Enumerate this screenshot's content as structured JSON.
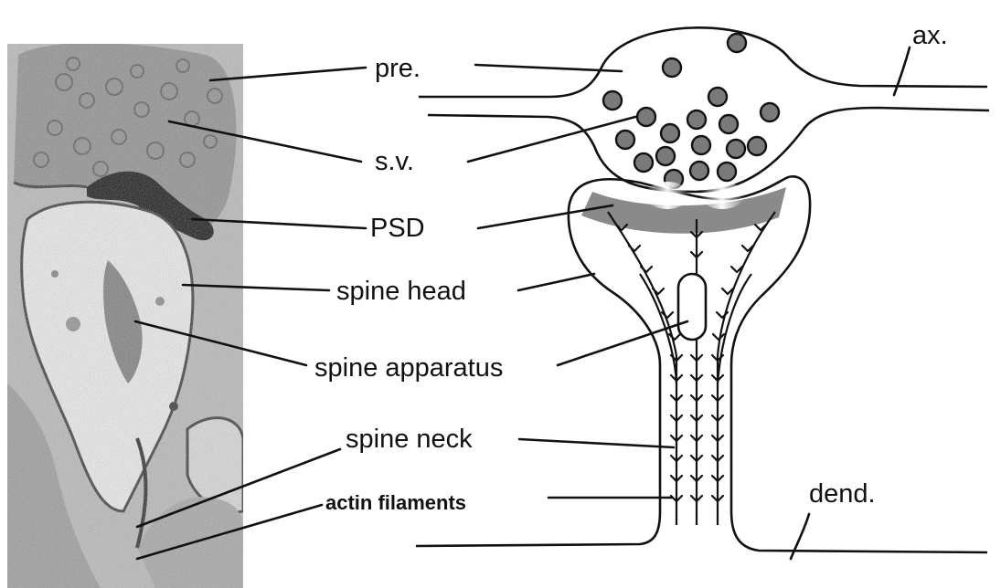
{
  "labels": {
    "pre": "pre.",
    "sv": "s.v.",
    "psd": "PSD",
    "spine_head": "spine head",
    "spine_apparatus": "spine apparatus",
    "spine_neck": "spine neck",
    "actin_filaments": "actin filaments",
    "ax": "ax.",
    "dend": "dend."
  },
  "colors": {
    "vesicle_fill": "#7a7a7a",
    "psd_fill": "#8a8a8a",
    "ink": "#111111",
    "micrograph_base": "#b9b9b9"
  }
}
